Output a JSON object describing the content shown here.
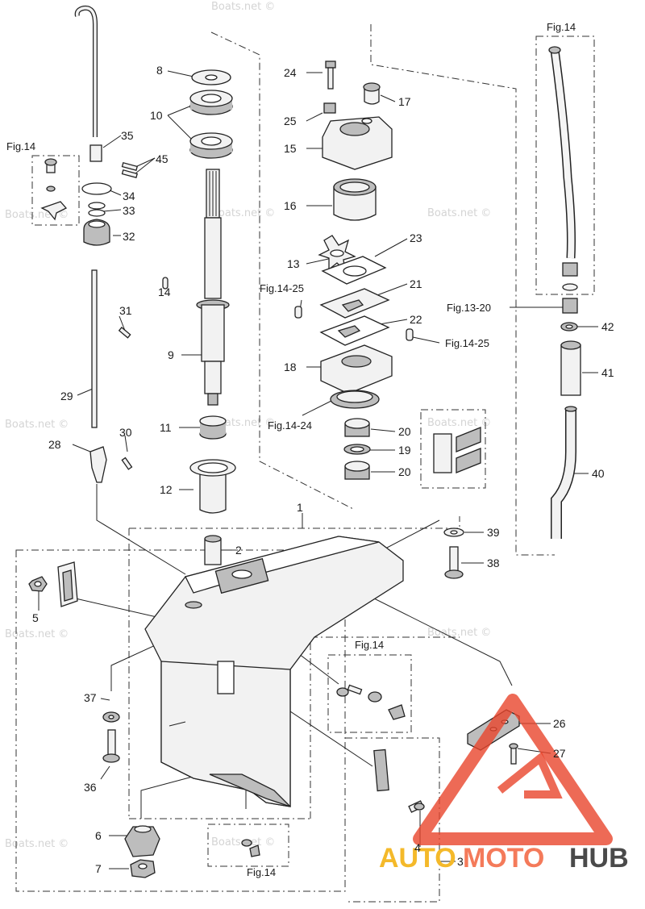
{
  "labels": {
    "p1": "1",
    "p2": "2",
    "p3": "3",
    "p4": "4",
    "p5": "5",
    "p6": "6",
    "p7": "7",
    "p8": "8",
    "p9": "9",
    "p10": "10",
    "p11": "11",
    "p12": "12",
    "p13": "13",
    "p14": "14",
    "p15": "15",
    "p16": "16",
    "p17": "17",
    "p18": "18",
    "p19": "19",
    "p20a": "20",
    "p20b": "20",
    "p21": "21",
    "p22": "22",
    "p23": "23",
    "p24": "24",
    "p25": "25",
    "p26": "26",
    "p27": "27",
    "p28": "28",
    "p29": "29",
    "p30": "30",
    "p31": "31",
    "p32": "32",
    "p33": "33",
    "p34": "34",
    "p35": "35",
    "p36": "36",
    "p37": "37",
    "p38": "38",
    "p39": "39",
    "p40": "40",
    "p41": "41",
    "p42": "42",
    "p45": "45"
  },
  "refs": {
    "fig14_top_right": "Fig.14",
    "fig14_left": "Fig.14",
    "fig14_mid": "Fig.14",
    "fig14_bottom": "Fig.14",
    "fig14_25_a": "Fig.14-25",
    "fig14_25_b": "Fig.14-25",
    "fig14_24": "Fig.14-24",
    "fig13_20": "Fig.13-20"
  },
  "watermark": "Boats.net ©",
  "logo": {
    "part1": "AUTO",
    "part2": "MOTO",
    "part3": "HUB"
  },
  "colors": {
    "logo_red": "#e8452c",
    "logo_yellow": "#f4b92a",
    "logo_grey": "#4a4a4a"
  }
}
